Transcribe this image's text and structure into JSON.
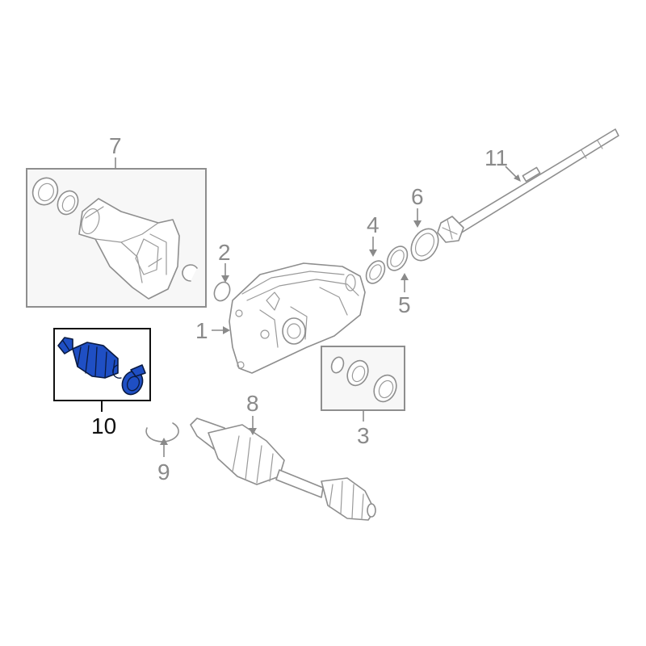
{
  "callouts": {
    "c1": "1",
    "c2": "2",
    "c3": "3",
    "c4": "4",
    "c5": "5",
    "c6": "6",
    "c7": "7",
    "c8": "8",
    "c9": "9",
    "c10": "10",
    "c11": "11"
  },
  "highlight": {
    "part": "10",
    "color": "#1f4fc4",
    "outline_color": "#0a1a40"
  },
  "colors": {
    "line": "#8e8e8e",
    "label": "#8a8a8a",
    "label_active": "#111111"
  }
}
